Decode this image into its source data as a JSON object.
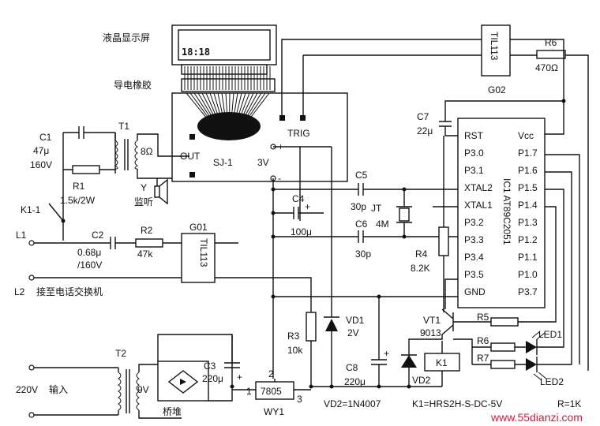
{
  "labels": {
    "lcd": "液晶显示屏",
    "conductive_rubber": "导电橡胶",
    "lcd_digits": "18:18",
    "sj1": "SJ-1",
    "trig": "TRIG",
    "out": "OUT",
    "v3": "3V",
    "plus": "+",
    "minus": "-",
    "c1_name": "C1",
    "c1_val1": "47μ",
    "c1_val2": "160V",
    "t1_name": "T1",
    "t1_val": "8Ω",
    "r1_name": "R1",
    "r1_val": "1.5k/2W",
    "y_name": "Y",
    "y_desc": "监听",
    "k11": "K1-1",
    "l1": "L1",
    "l2": "L2",
    "l2_desc": "接至电话交换机",
    "c2_name": "C2",
    "c2_val1": "0.68μ",
    "c2_val2": "/160V",
    "r2_name": "R2",
    "r2_val": "47k",
    "g01": "G01",
    "til113": "TIL113",
    "g02": "G02",
    "r6_name": "R6",
    "r6_val": "470Ω",
    "c7_name": "C7",
    "c7_val": "22μ",
    "c5_name": "C5",
    "c5_val": "30p",
    "c4_name": "C4",
    "c4_val": "100μ",
    "c6_name": "C6",
    "c6_val": "30p",
    "jt_name": "JT",
    "jt_val": "4M",
    "r4_name": "R4",
    "r4_val": "8.2K",
    "ic_name": "IC1  AT89C2051",
    "r3_name": "R3",
    "r3_val": "10k",
    "vd1_name": "VD1",
    "vd1_val": "2V",
    "vt1_name": "VT1",
    "vt1_val": "9013",
    "r5": "R5",
    "r6b": "R6",
    "r7": "R7",
    "led1": "LED1",
    "led2": "LED2",
    "k1": "K1",
    "vd2": "VD2",
    "t2_name": "T2",
    "t2_val": "9V",
    "v220": "220V",
    "input": "输入",
    "bridge": "桥堆",
    "c3_name": "C3",
    "c3_val": "220μ",
    "wy1": "WY1",
    "reg": "7805",
    "pin1": "1",
    "pin2": "2",
    "pin3": "3",
    "c8_name": "C8",
    "c8_val": "220μ",
    "vd2_note": "VD2=1N4007",
    "k1_note": "K1=HRS2H-S-DC-5V",
    "r_note": "R=1K",
    "watermark": "www.55dianzi.com"
  },
  "ic_pins_left": [
    "RST",
    "P3.0",
    "P3.1",
    "XTAL2",
    "XTAL1",
    "P3.2",
    "P3.3",
    "P3.4",
    "P3.5",
    "GND"
  ],
  "ic_pins_right": [
    "Vcc",
    "P1.7",
    "P1.6",
    "P1.5",
    "P1.4",
    "P1.3",
    "P1.2",
    "P1.1",
    "P1.0",
    "P3.7"
  ]
}
